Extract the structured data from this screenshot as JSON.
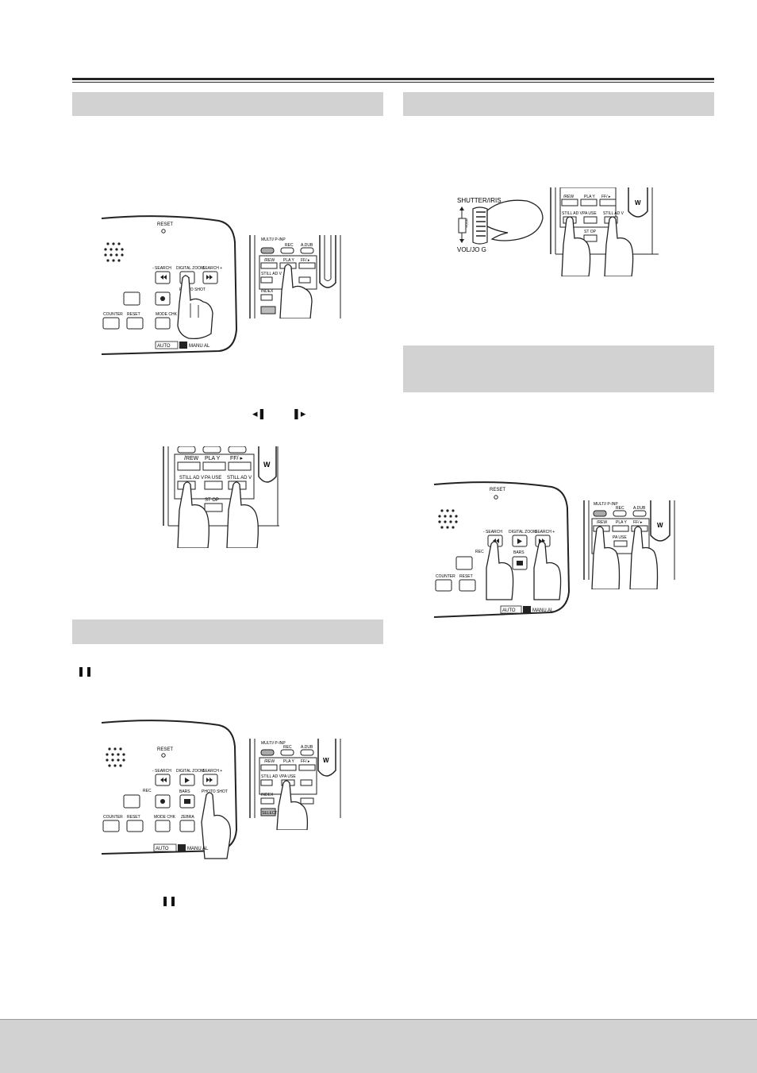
{
  "camera_panel": {
    "reset": "RESET",
    "search_minus": "- SEARCH",
    "digital_zoom": "DIGITAL ZOOM",
    "search_plus": "SEARCH +",
    "rec": "REC",
    "bars": "BARS",
    "photo_shot": "PHOTO SHOT",
    "counter": "COUNTER",
    "reset_small": "RESET",
    "mode_chk": "MODE CHK",
    "zebra": "ZEBRA",
    "auto": "AUTO",
    "manual": "MANU AL"
  },
  "remote_panel": {
    "multi_pinp": "MULTI/ P-INP",
    "rec": "REC",
    "a_dub": "A.DUB",
    "rew": "/REW",
    "play": "PLA Y",
    "ff": "FF/ ▸",
    "still_adv": "STILL AD V",
    "pause": "PA USE",
    "index": "INDEX",
    "stop": "ST OP",
    "select": "SELECT",
    "w": "W"
  },
  "jog_panel": {
    "shutter_iris": "SHUTTER/IRIS",
    "vol_jog": "VOL/JO G",
    "push": "PUSH"
  },
  "inline_symbols": {
    "still_adv_reverse": "◂❚",
    "still_adv_forward": "❚▸",
    "pause_mark": "❚❚",
    "pause_mark_2": "❚❚"
  },
  "colors": {
    "section_bar": "#d2d2d2",
    "footer": "#d2d2d2",
    "ink": "#222222"
  }
}
